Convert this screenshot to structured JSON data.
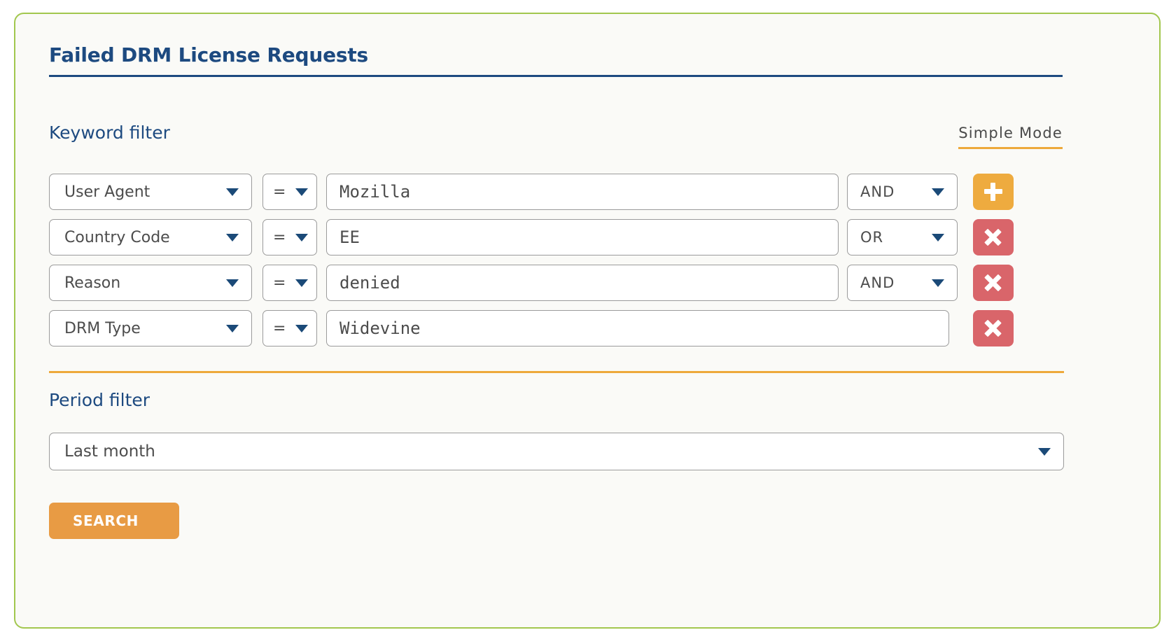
{
  "panel": {
    "title": "Failed DRM License Requests",
    "border_color": "#a2c74e",
    "background": "#fafaf7",
    "accent_navy": "#1d4a80",
    "accent_orange": "#eda93b"
  },
  "keyword_section": {
    "label": "Keyword filter",
    "mode_toggle": "Simple Mode",
    "rows": [
      {
        "field": "User Agent",
        "operator": "=",
        "value": "Mozilla",
        "logic": "AND",
        "action": "add",
        "action_icon": "plus-icon"
      },
      {
        "field": "Country Code",
        "operator": "=",
        "value": "EE",
        "logic": "OR",
        "action": "remove",
        "action_icon": "close-icon"
      },
      {
        "field": "Reason",
        "operator": "=",
        "value": "denied",
        "logic": "AND",
        "action": "remove",
        "action_icon": "close-icon"
      },
      {
        "field": "DRM Type",
        "operator": "=",
        "value": "Widevine",
        "logic": null,
        "action": "remove",
        "action_icon": "close-icon"
      }
    ]
  },
  "period_section": {
    "label": "Period filter",
    "selected": "Last month"
  },
  "actions": {
    "search_label": "SEARCH",
    "search_color": "#e89b44"
  }
}
